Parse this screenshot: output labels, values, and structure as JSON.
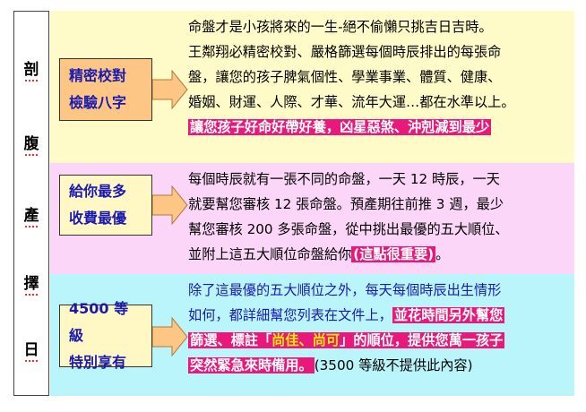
{
  "side_title": [
    "剖",
    "腹",
    "產",
    "擇",
    "日"
  ],
  "sections": [
    {
      "label": [
        "精密校對",
        "檢驗八字"
      ],
      "lines": [
        "命盤才是小孩將來的一生-絕不偷懶只挑吉日吉時。",
        "王鄰翔必精密校對、嚴格篩選每個時辰排出的每張命",
        "盤，讓您的孩子脾氣個性、學業事業、體質、健康、",
        "婚姻、財運、人際、才華、流年大運…都在水準以上。"
      ],
      "highlight": "讓您孩子好命好帶好養，凶星惡煞、沖剋減到最少"
    },
    {
      "label": [
        "給你最多",
        "收費最優"
      ],
      "lines": [
        "每個時辰就有一張不同的命盤，一天 12 時辰，一天",
        "就要幫您審核 12 張命盤。預產期往前推 3 週，最少",
        "幫您審核 200 多張命盤，從中挑出最優的五大順位、"
      ],
      "last_line_prefix": "並附上這五大順位命盤給你",
      "last_line_highlight": "(這點很重要)",
      "last_line_suffix": "。"
    },
    {
      "label": [
        "4500 等級",
        "特別享有"
      ],
      "lines": [
        "除了這最優的五大順位之外，每天每個時辰出生情形"
      ],
      "line2_prefix": "如何，都詳細幫您列表在文件上，",
      "line2_highlight": "並花時間另外幫您",
      "line3_hl_a": "篩選、標註「",
      "line3_hl_quote": "尚佳、尚可",
      "line3_hl_b": "」的順位，提供您萬一孩子",
      "line4_highlight": "突然緊急來時備用。",
      "line4_suffix": "(3500 等級不提供此內容)"
    }
  ],
  "colors": {
    "row1_bg": "#fffbc8",
    "row2_bg": "#fcd6f8",
    "row3_bg": "#b9f5fb",
    "label_text": "#1a1ab0",
    "arrow_fill": "#fdc685",
    "highlight_bg": "#e8197a"
  },
  "icons": [
    "right-arrow-icon"
  ]
}
